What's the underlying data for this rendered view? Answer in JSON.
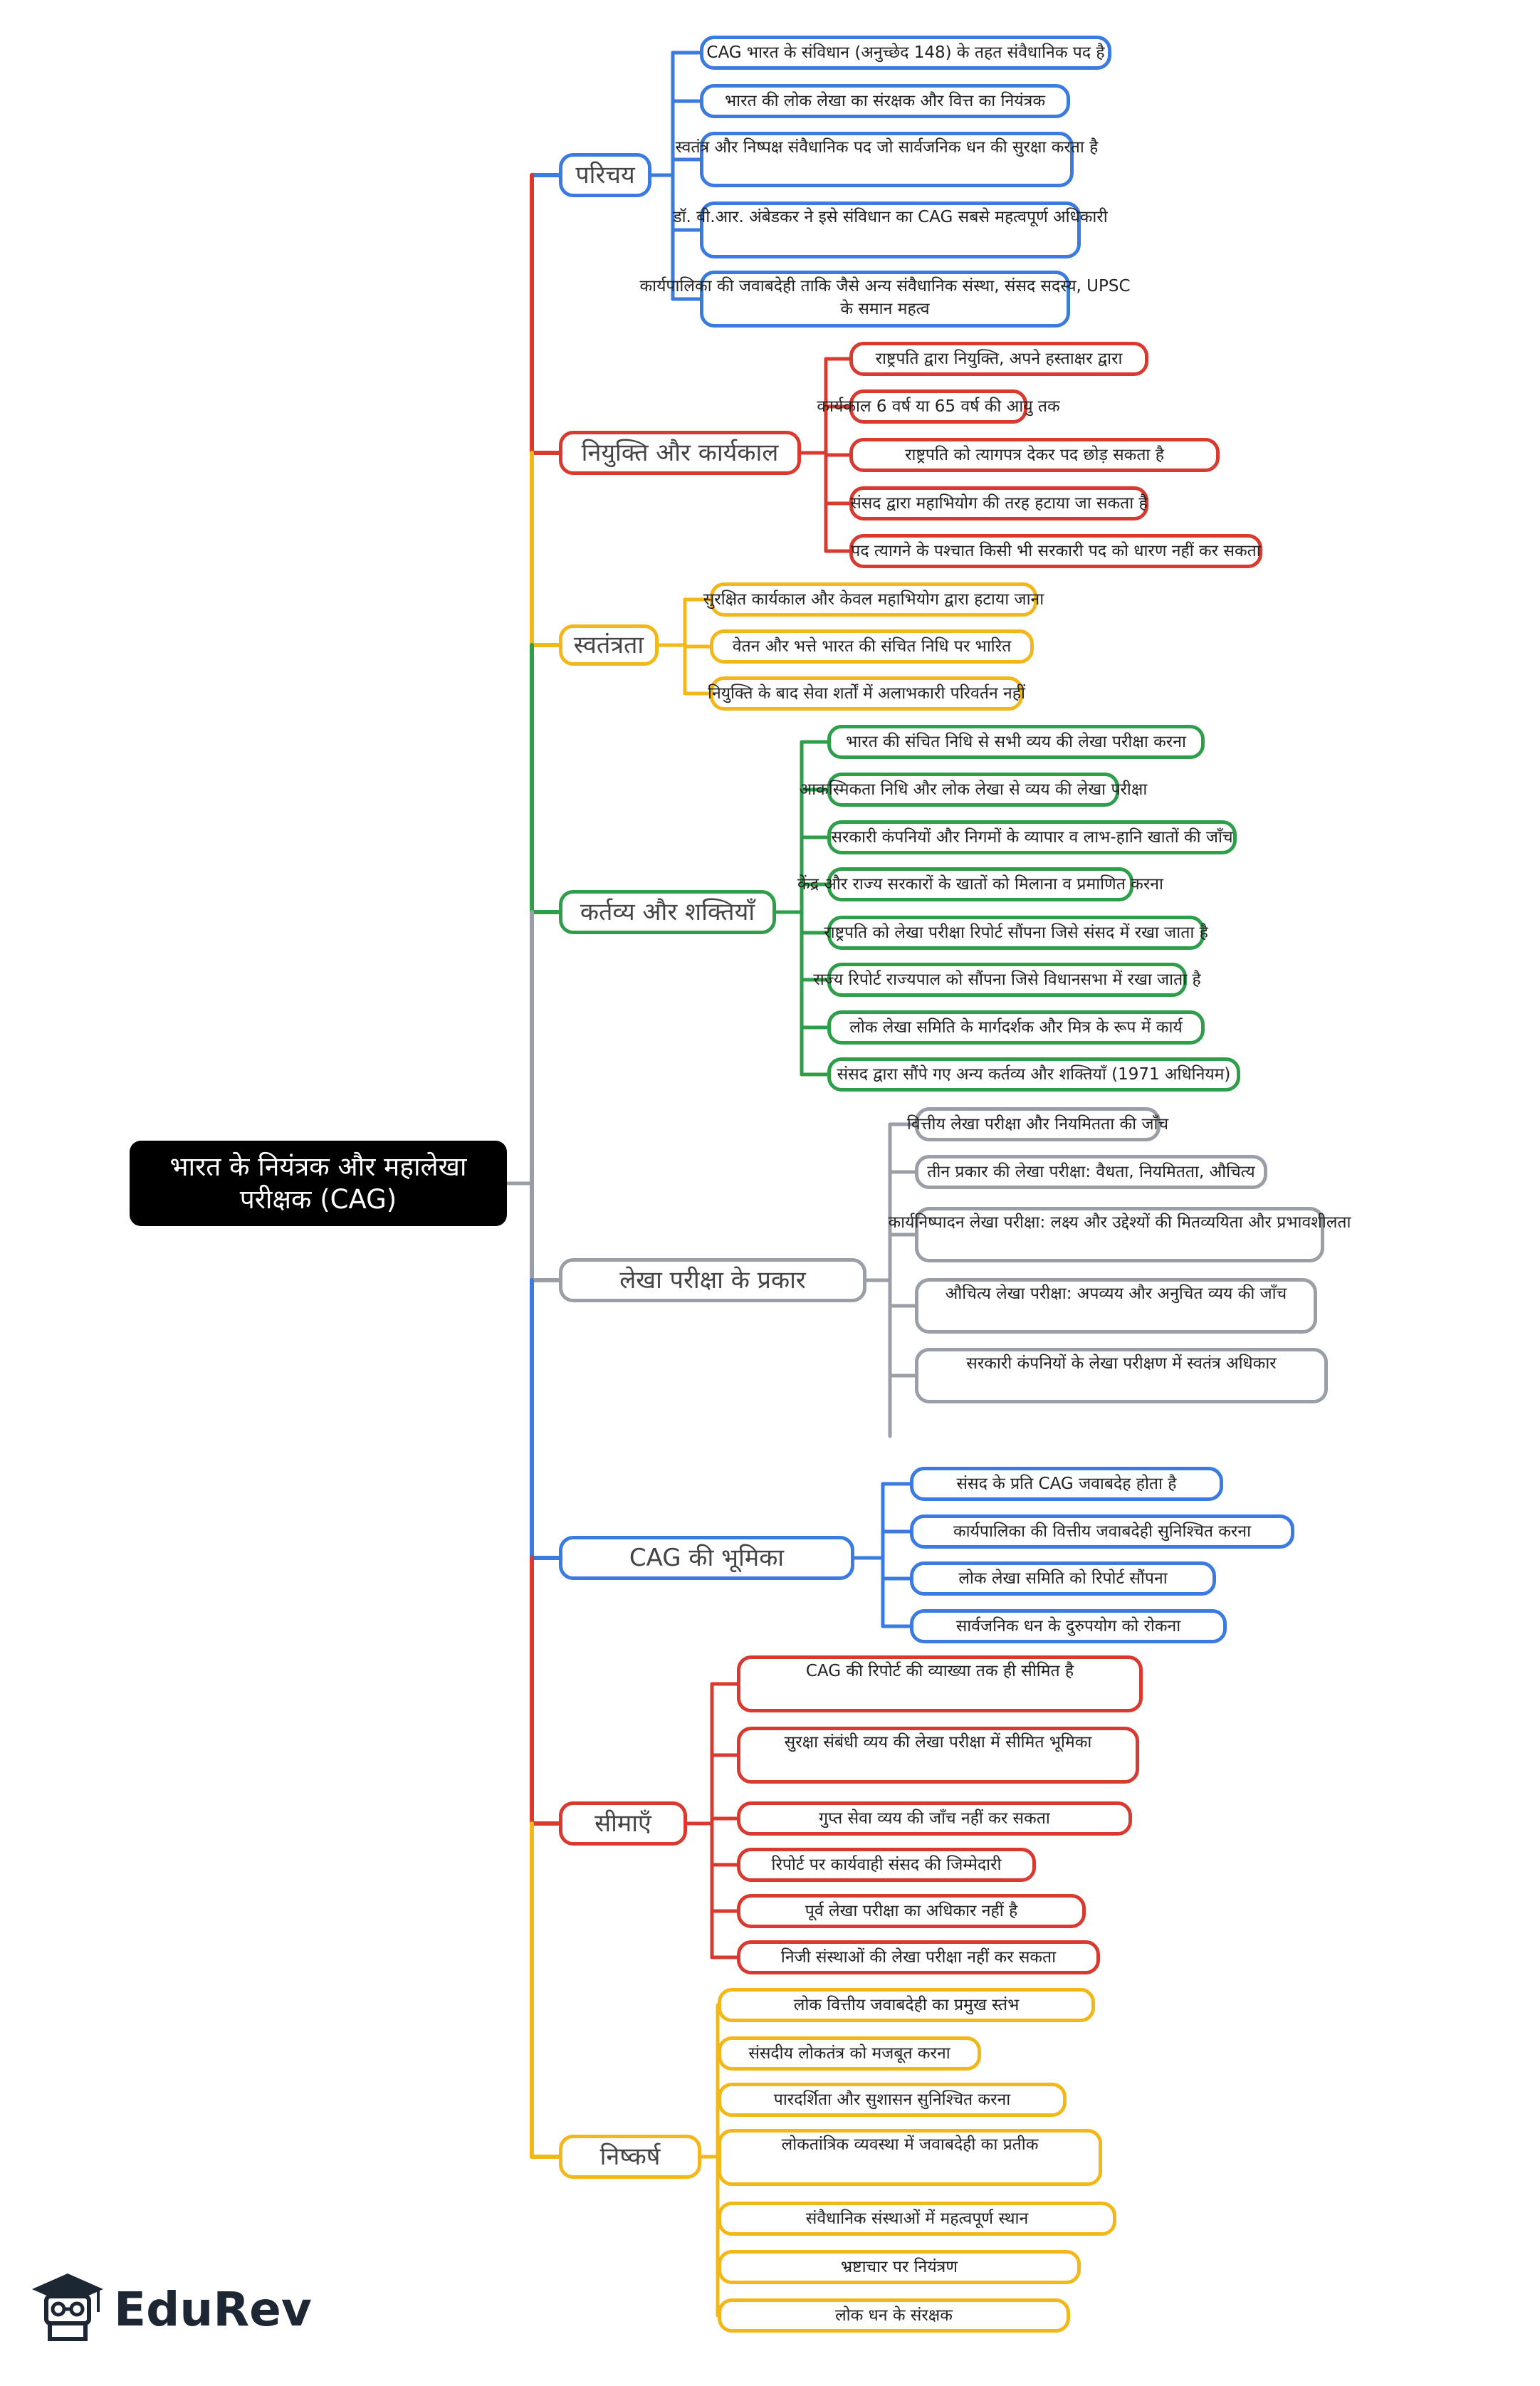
{
  "central": "भारत के नियंत्रक और महालेखा परीक्षक (CAG)",
  "brand": "EduRev",
  "branches": [
    {
      "label": "परिचय",
      "color": "#3b7be0",
      "items": [
        "CAG भारत के संविधान (अनुच्छेद 148) के तहत संवैधानिक पद है",
        "भारत की लोक लेखा का संरक्षक और वित्त का नियंत्रक",
        "स्वतंत्र और निष्पक्ष संवैधानिक पद जो सार्वजनिक धन की सुरक्षा करता है",
        "डॉ. बी.आर. अंबेडकर ने इसे संविधान का CAG सबसे महत्वपूर्ण अधिकारी",
        "कार्यपालिका की जवाबदेही ताकि जैसे अन्य संवैधानिक संस्था, संसद सदस्य, UPSC के समान महत्व"
      ]
    },
    {
      "label": "नियुक्ति और कार्यकाल",
      "color": "#d93a30",
      "items": [
        "राष्ट्रपति द्वारा नियुक्ति, अपने हस्ताक्षर द्वारा",
        "कार्यकाल 6 वर्ष या 65 वर्ष की आयु तक",
        "राष्ट्रपति को त्यागपत्र देकर पद छोड़ सकता है",
        "संसद द्वारा महाभियोग की तरह हटाया जा सकता है",
        "पद त्यागने के पश्चात किसी भी सरकारी पद को धारण नहीं कर सकता"
      ]
    },
    {
      "label": "स्वतंत्रता",
      "color": "#f2b81a",
      "items": [
        "सुरक्षित कार्यकाल और केवल महाभियोग द्वारा हटाया जाना",
        "वेतन और भत्ते भारत की संचित निधि पर भारित",
        "नियुक्ति के बाद सेवा शर्तों में अलाभकारी परिवर्तन नहीं"
      ]
    },
    {
      "label": "कर्तव्य और शक्तियाँ",
      "color": "#2e9e4a",
      "items": [
        "भारत की संचित निधि से सभी व्यय की लेखा परीक्षा करना",
        "आकस्मिकता निधि और लोक लेखा से व्यय की लेखा परीक्षा",
        "सरकारी कंपनियों और निगमों के व्यापार व लाभ-हानि खातों की जाँच",
        "केंद्र और राज्य सरकारों के खातों को मिलाना व प्रमाणित करना",
        "राष्ट्रपति को लेखा परीक्षा रिपोर्ट सौंपना जिसे संसद में रखा जाता है",
        "राज्य रिपोर्ट राज्यपाल को सौंपना जिसे विधानसभा में रखा जाता है",
        "लोक लेखा समिति के मार्गदर्शक और मित्र के रूप में कार्य",
        "संसद द्वारा सौंपे गए अन्य कर्तव्य और शक्तियाँ (1971 अधिनियम)"
      ]
    },
    {
      "label": "लेखा परीक्षा के प्रकार",
      "color": "#9a9ea6",
      "items": [
        "वित्तीय लेखा परीक्षा और नियमितता की जाँच",
        "तीन प्रकार की लेखा परीक्षा: वैधता, नियमितता, औचित्य",
        "कार्यनिष्पादन लेखा परीक्षा: लक्ष्य और उद्देश्यों की मितव्ययिता और प्रभावशीलता",
        "औचित्य लेखा परीक्षा: अपव्यय और अनुचित व्यय की जाँच",
        "सरकारी कंपनियों के लेखा परीक्षण में स्वतंत्र अधिकार"
      ]
    },
    {
      "label": "CAG की भूमिका",
      "color": "#3b7be0",
      "items": [
        "संसद के प्रति CAG जवाबदेह होता है",
        "कार्यपालिका की वित्तीय जवाबदेही सुनिश्चित करना",
        "लोक लेखा समिति को रिपोर्ट सौंपना",
        "सार्वजनिक धन के दुरुपयोग को रोकना"
      ]
    },
    {
      "label": "सीमाएँ",
      "color": "#d93a30",
      "items": [
        "CAG की रिपोर्ट की व्याख्या तक ही सीमित है",
        "सुरक्षा संबंधी व्यय की लेखा परीक्षा में सीमित भूमिका",
        "गुप्त सेवा व्यय की जाँच नहीं कर सकता",
        "रिपोर्ट पर कार्यवाही संसद की जिम्मेदारी",
        "पूर्व लेखा परीक्षा का अधिकार नहीं है",
        "निजी संस्थाओं की लेखा परीक्षा नहीं कर सकता"
      ]
    },
    {
      "label": "निष्कर्ष",
      "color": "#f2b81a",
      "items": [
        "लोक वित्तीय जवाबदेही का प्रमुख स्तंभ",
        "संसदीय लोकतंत्र को मजबूत करना",
        "पारदर्शिता और सुशासन सुनिश्चित करना",
        "लोकतांत्रिक व्यवस्था में जवाबदेही का प्रतीक",
        "संवैधानिक संस्थाओं में महत्वपूर्ण स्थान",
        "भ्रष्टाचार पर नियंत्रण",
        "लोक धन के संरक्षक"
      ]
    }
  ]
}
